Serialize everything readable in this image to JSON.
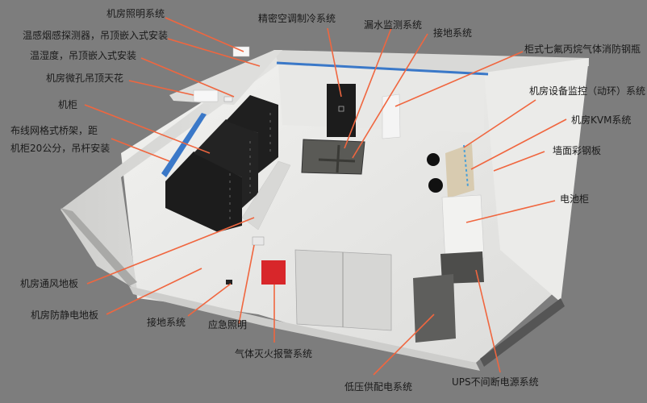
{
  "colors": {
    "background": "#7d7d7d",
    "leader_line": "#f0663f",
    "wall_light": "#e6e6e4",
    "floor": "#ededeb",
    "cabinet": "#1c1c1c",
    "cable_tray": "#3a78c8",
    "fire_alarm": "#d8262a"
  },
  "labels": {
    "room_lighting": "机房照明系统",
    "smoke_detector": "温感烟感探测器，吊顶嵌入式安装",
    "temp_humidity": "温湿度，吊顶嵌入式安装",
    "perforated_ceiling": "机房微孔吊顶天花",
    "cabinet": "机柜",
    "cable_tray": "布线网格式桥架，距\n机柜20公分，吊杆安装",
    "precision_ac": "精密空调制冷系统",
    "leak_detection": "漏水监测系统",
    "grounding_top": "接地系统",
    "fire_cylinder": "柜式七氟丙烷气体消防钢瓶",
    "env_monitoring": "机房设备监控（动环）系统",
    "kvm": "机房KVM系统",
    "wall_panel": "墙面彩钢板",
    "battery_cabinet": "电池柜",
    "vent_floor": "机房通风地板",
    "antistatic_floor": "机房防静电地板",
    "grounding_bottom": "接地系统",
    "emergency_light": "应急照明",
    "gas_fire_alarm": "气体灭火报警系统",
    "low_voltage": "低压供配电系统",
    "ups": "UPS不间断电源系统"
  }
}
